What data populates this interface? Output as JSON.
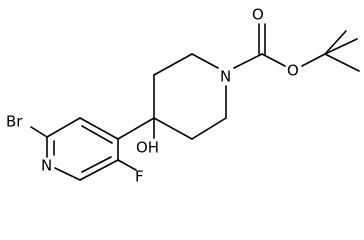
{
  "molecule": {
    "atom_labels": {
      "bromine": "Br",
      "pyridine_nitrogen": "N",
      "fluorine": "F",
      "hydroxyl": "OH",
      "piperidine_nitrogen": "N",
      "carbonyl_oxygen": "O",
      "ester_oxygen": "O"
    }
  }
}
